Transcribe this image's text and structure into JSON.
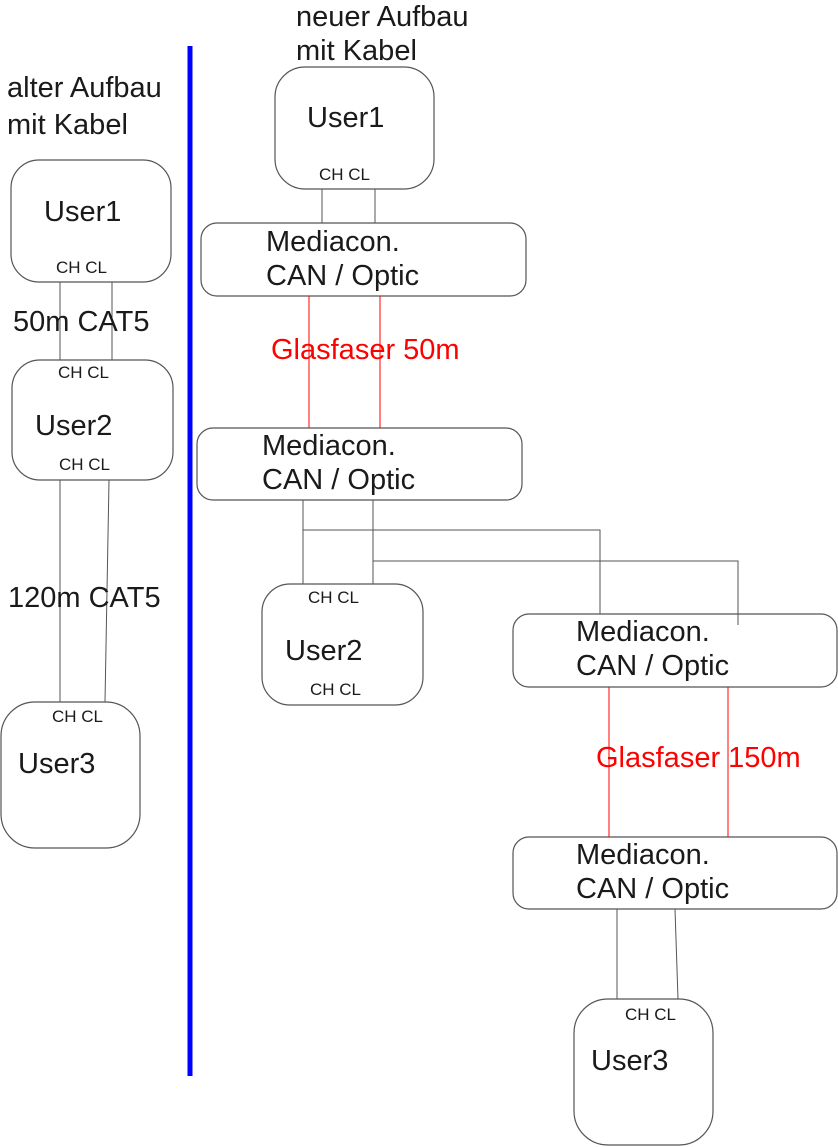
{
  "colors": {
    "divider": "#0000ff",
    "fiber": "#ff0000",
    "copper": "#555555",
    "text": "#1a1a1a"
  },
  "old_setup": {
    "title": "alter Aufbau\nmit Kabel",
    "title_line1": "alter Aufbau",
    "title_line2": "mit Kabel",
    "user1": {
      "name": "User1",
      "port": "CH CL"
    },
    "link1": "50m CAT5",
    "user2": {
      "name": "User2",
      "port_top": "CH CL",
      "port_bottom": "CH CL"
    },
    "link2": "120m CAT5",
    "user3": {
      "name": "User3",
      "port": "CH CL"
    }
  },
  "new_setup": {
    "title_line1": "neuer Aufbau",
    "title_line2": "mit Kabel",
    "user1": {
      "name": "User1",
      "port": "CH CL"
    },
    "mediacon_a": {
      "line1": "Mediacon.",
      "line2": "CAN / Optic"
    },
    "fiber1": "Glasfaser 50m",
    "mediacon_b": {
      "line1": "Mediacon.",
      "line2": "CAN / Optic"
    },
    "user2": {
      "name": "User2",
      "port_top": "CH CL",
      "port_bottom": "CH CL"
    },
    "mediacon_c": {
      "line1": "Mediacon.",
      "line2": "CAN / Optic"
    },
    "fiber2": "Glasfaser 150m",
    "mediacon_d": {
      "line1": "Mediacon.",
      "line2": "CAN / Optic"
    },
    "user3": {
      "name": "User3",
      "port": "CH CL"
    }
  }
}
